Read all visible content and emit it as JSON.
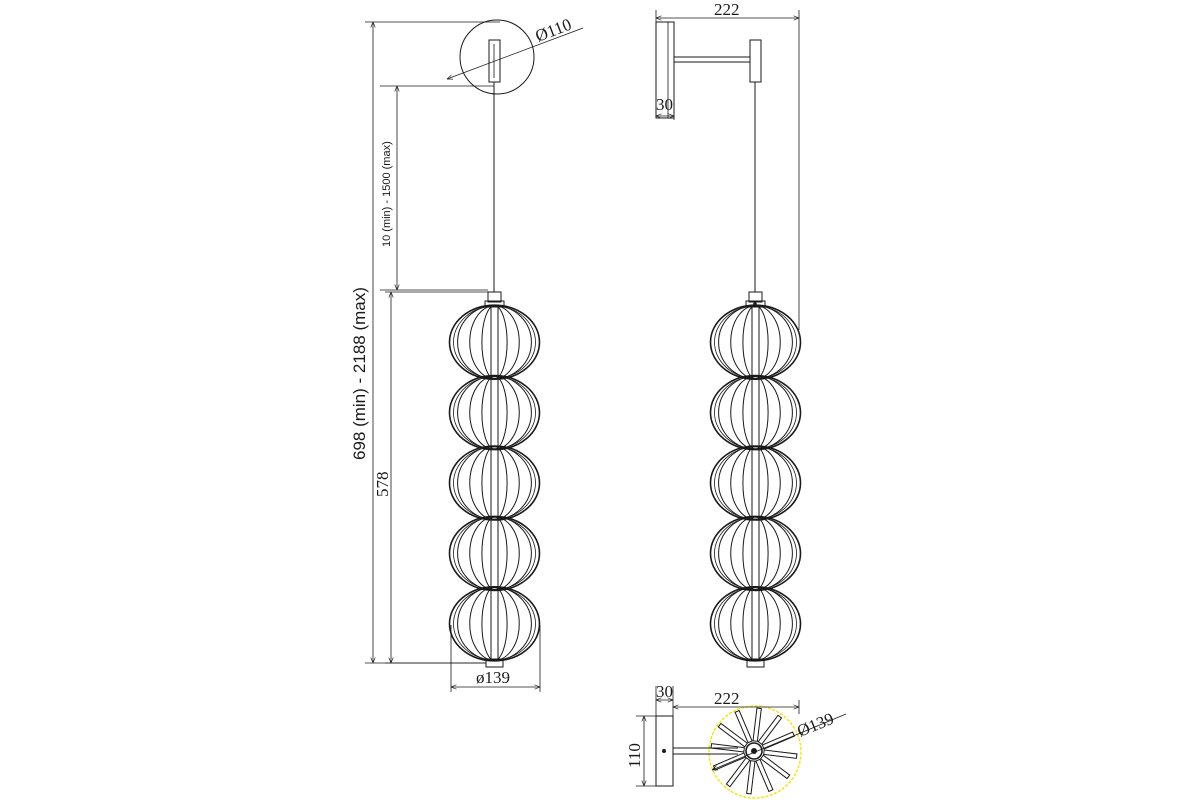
{
  "labels": {
    "front_total_height": "698 (min) - 2188 (max)",
    "front_cord_length": "10 (min) - 1500 (max)",
    "front_shade_height": "578",
    "front_shade_diameter": "ø139",
    "front_base_diameter": "Ø110",
    "side_width": "222",
    "side_base_depth": "30",
    "top_width": "222",
    "top_base_depth": "30",
    "top_base_height": "110",
    "top_shade_diameter": "Ø139"
  },
  "colors": {
    "line": "#1a1a1a",
    "highlight": "#f2e600"
  }
}
